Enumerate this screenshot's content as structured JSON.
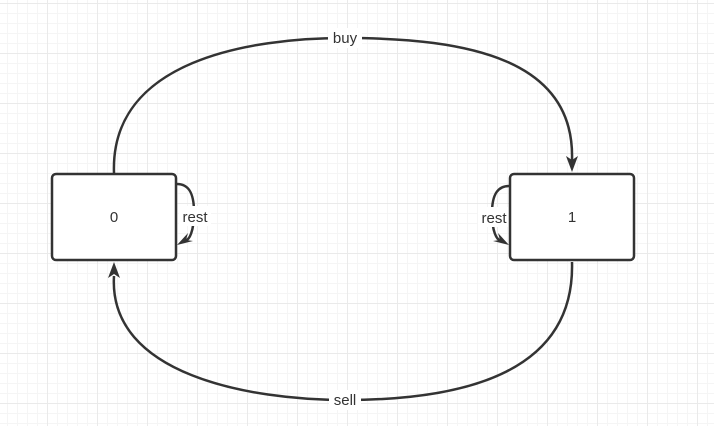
{
  "diagram": {
    "nodes": [
      {
        "id": "0",
        "label": "0"
      },
      {
        "id": "1",
        "label": "1"
      }
    ],
    "edges": [
      {
        "from": "0",
        "to": "1",
        "label": "buy"
      },
      {
        "from": "1",
        "to": "0",
        "label": "sell"
      },
      {
        "from": "0",
        "to": "0",
        "label": "rest"
      },
      {
        "from": "1",
        "to": "1",
        "label": "rest"
      }
    ],
    "colors": {
      "stroke": "#333333",
      "grid": "#eaeaea",
      "background": "#ffffff"
    }
  }
}
